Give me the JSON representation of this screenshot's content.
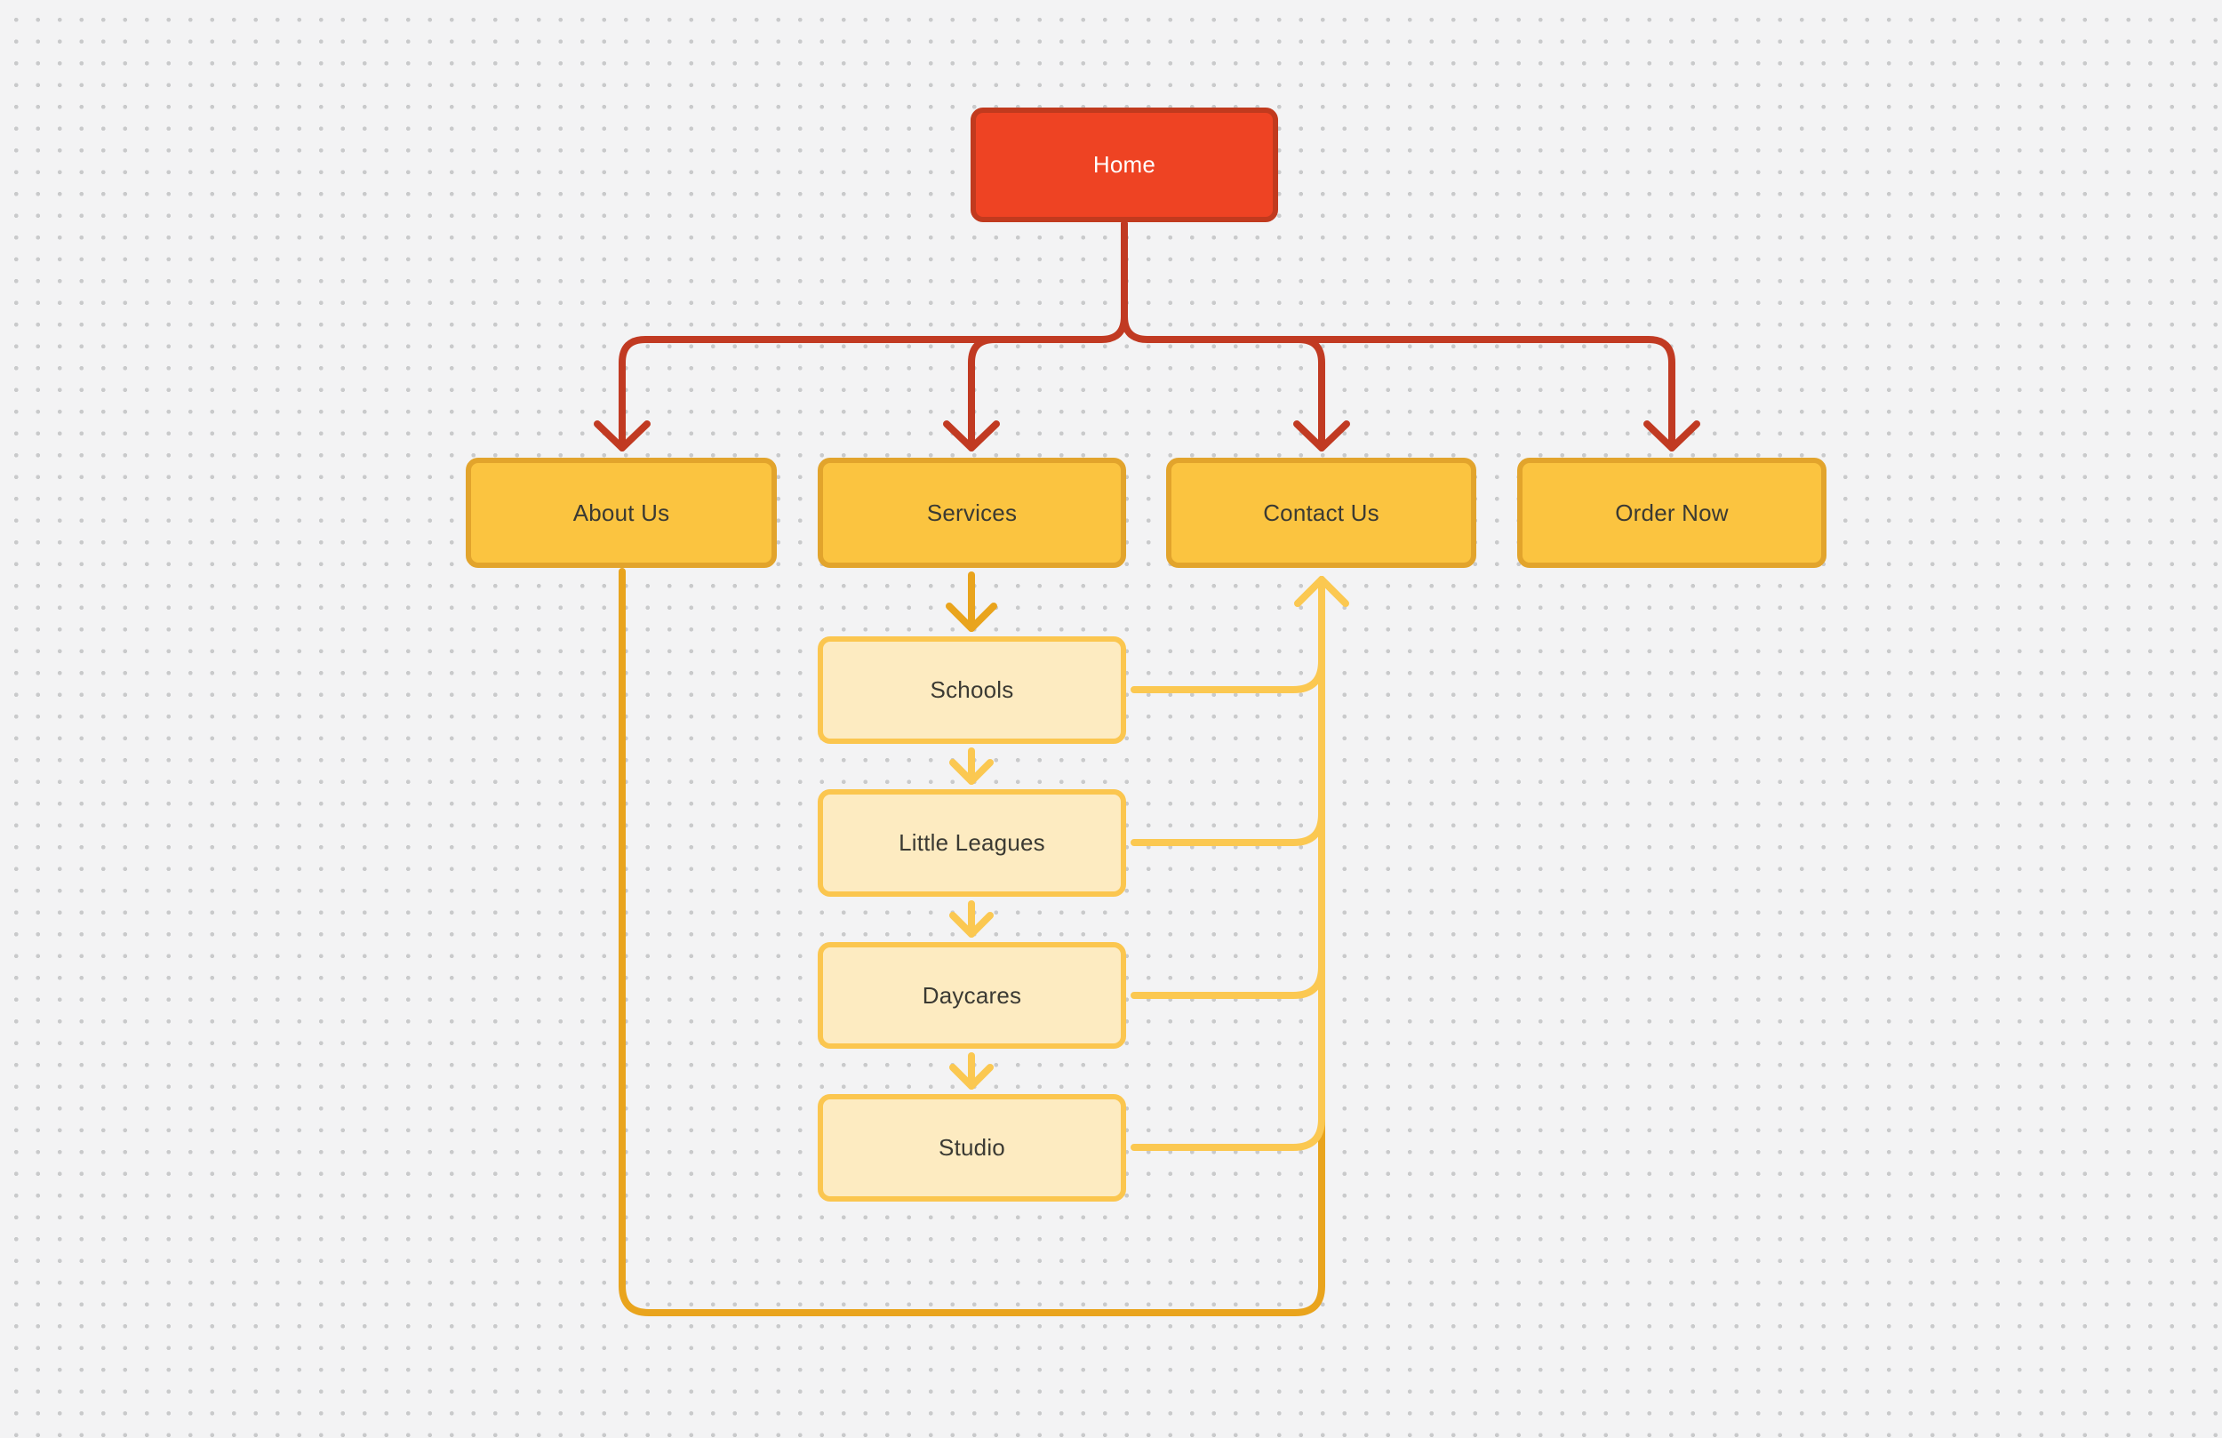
{
  "diagram": {
    "type": "flowchart-sitemap",
    "nodes": [
      {
        "id": "home",
        "label": "Home",
        "level": "primary"
      },
      {
        "id": "about-us",
        "label": "About Us",
        "level": "secondary"
      },
      {
        "id": "services",
        "label": "Services",
        "level": "secondary"
      },
      {
        "id": "contact-us",
        "label": "Contact Us",
        "level": "secondary"
      },
      {
        "id": "order-now",
        "label": "Order Now",
        "level": "secondary"
      },
      {
        "id": "schools",
        "label": "Schools",
        "level": "tertiary"
      },
      {
        "id": "little-leagues",
        "label": "Little Leagues",
        "level": "tertiary"
      },
      {
        "id": "daycares",
        "label": "Daycares",
        "level": "tertiary"
      },
      {
        "id": "studio",
        "label": "Studio",
        "level": "tertiary"
      }
    ],
    "edges": [
      {
        "from": "home",
        "to": "about-us",
        "color": "red"
      },
      {
        "from": "home",
        "to": "services",
        "color": "red"
      },
      {
        "from": "home",
        "to": "contact-us",
        "color": "red"
      },
      {
        "from": "home",
        "to": "order-now",
        "color": "red"
      },
      {
        "from": "services",
        "to": "schools",
        "color": "amber"
      },
      {
        "from": "about-us",
        "to": "contact-us",
        "color": "amber"
      },
      {
        "from": "schools",
        "to": "little-leagues",
        "color": "yellow"
      },
      {
        "from": "little-leagues",
        "to": "daycares",
        "color": "yellow"
      },
      {
        "from": "daycares",
        "to": "studio",
        "color": "yellow"
      },
      {
        "from": "schools",
        "to": "contact-us",
        "color": "yellow"
      },
      {
        "from": "little-leagues",
        "to": "contact-us",
        "color": "yellow"
      },
      {
        "from": "daycares",
        "to": "contact-us",
        "color": "yellow"
      },
      {
        "from": "studio",
        "to": "contact-us",
        "color": "yellow"
      }
    ],
    "colors": {
      "background": "#F3F3F4",
      "grid_dot": "#C9CACB",
      "primary_fill": "#EE4323",
      "primary_border": "#C13A1E",
      "secondary_fill": "#FBC440",
      "secondary_border": "#E2A42C",
      "tertiary_fill": "#FDEBC1",
      "tertiary_border": "#FBC64F",
      "connector_red": "#C13A22",
      "connector_amber": "#E9A41D",
      "connector_yellow": "#FBC851",
      "text_dark": "#3B3A33",
      "text_light": "#FFFFFF"
    }
  }
}
